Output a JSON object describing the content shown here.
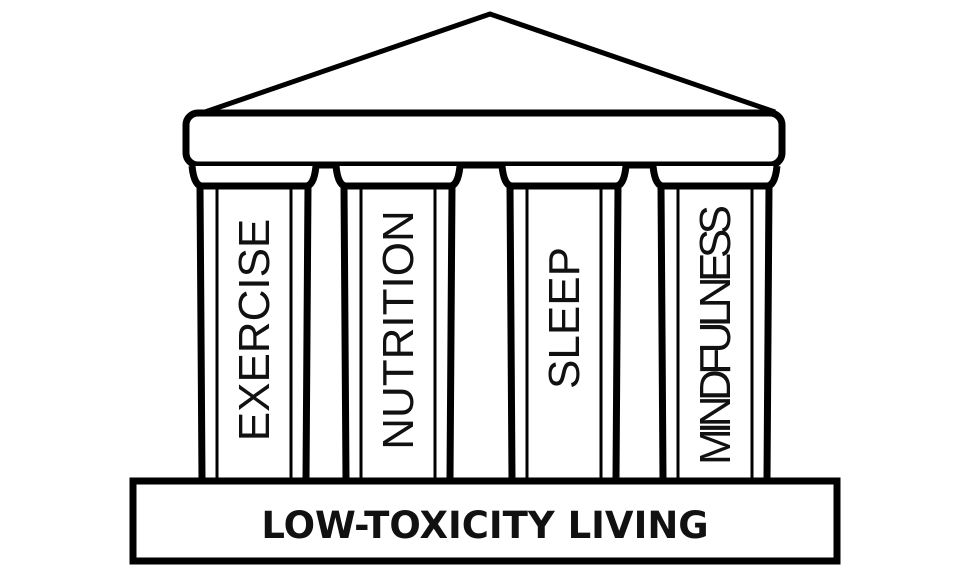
{
  "pillars": [
    {
      "label": "EXERCISE"
    },
    {
      "label": "NUTRITION"
    },
    {
      "label": "SLEEP"
    },
    {
      "label": "MINDFULNESS"
    }
  ],
  "foundation": {
    "label": "LOW-TOXICITY LIVING"
  },
  "colors": {
    "stroke": "#000000",
    "fill": "#ffffff"
  }
}
